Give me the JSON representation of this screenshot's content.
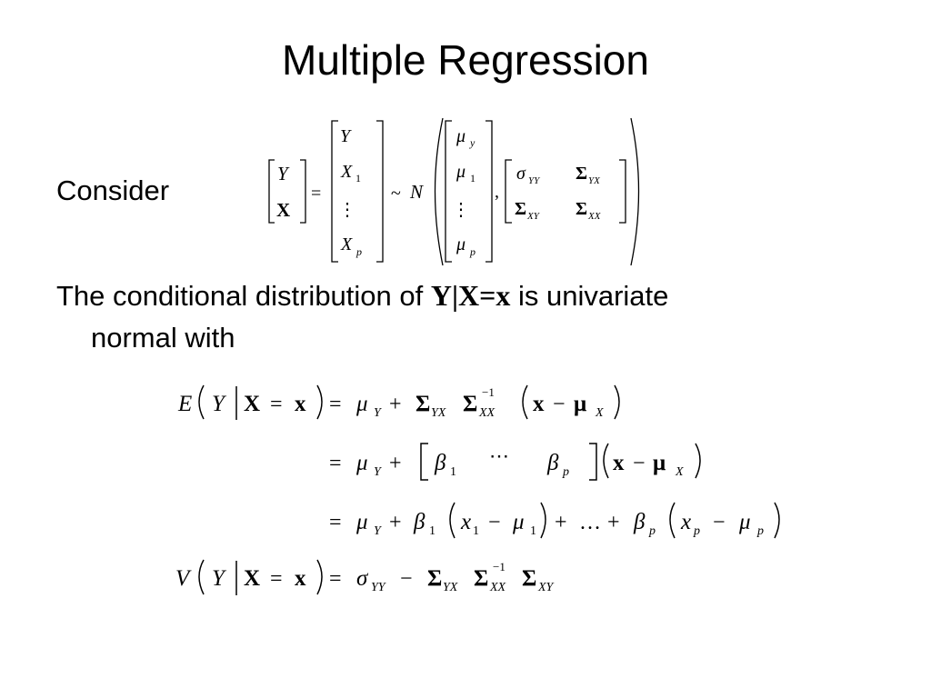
{
  "slide": {
    "title": "Multiple Regression",
    "consider_label": "Consider",
    "paragraph": {
      "text_before": "The conditional distribution of ",
      "condition": "Y|X=x",
      "text_after": " is univariate",
      "text_line2": "normal with"
    }
  },
  "equations": {
    "distribution": {
      "lhs_vector": [
        "Y",
        "X"
      ],
      "equals": "=",
      "expanded_vector": [
        "Y",
        "X1",
        "⋮",
        "Xp"
      ],
      "tilde": "~",
      "distribution_name": "N",
      "mean_vector": [
        "μy",
        "μ1",
        "⋮",
        "μp"
      ],
      "covariance_matrix": [
        [
          "σYY",
          "ΣYX"
        ],
        [
          "ΣXY",
          "ΣXX"
        ]
      ]
    },
    "conditional_expectation": {
      "line1": "E(Y|X = x) = μY + ΣYX ΣXX−1 (x − μX)",
      "line2": "= μY + [β1 ⋯ βp](x − μX)",
      "line3": "= μY + β1(x1 − μ1) + … + βp(xp − μp)"
    },
    "conditional_variance": "V(Y|X = x) = σYY − ΣYX ΣXX−1 ΣXY"
  }
}
